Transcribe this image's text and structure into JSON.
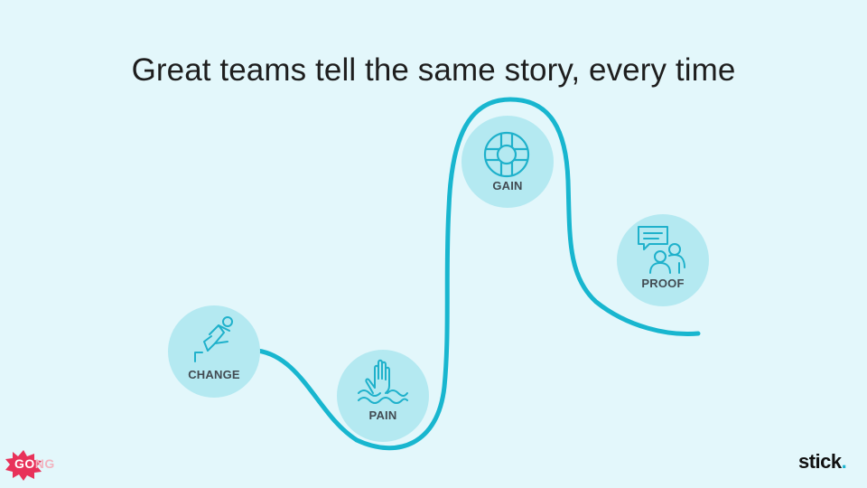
{
  "slide": {
    "title": "Great teams tell the same story, every time"
  },
  "stages": [
    {
      "id": "change",
      "label": "CHANGE",
      "icon": "falling-person-icon"
    },
    {
      "id": "pain",
      "label": "PAIN",
      "icon": "drowning-hand-icon"
    },
    {
      "id": "gain",
      "label": "GAIN",
      "icon": "lifebuoy-icon"
    },
    {
      "id": "proof",
      "label": "PROOF",
      "icon": "testimonial-people-icon"
    }
  ],
  "logos": {
    "left": {
      "name": "gong-logo",
      "text_strong": "GO",
      "text_faded": "NG",
      "color": "#e8325a"
    },
    "right": {
      "name": "stick-logo",
      "text": "stick",
      "dot": ".",
      "dot_color": "#1bb4cf"
    }
  },
  "colors": {
    "background": "#e3f7fb",
    "curve": "#18b6cf",
    "circle": "#b4e9f1",
    "icon": "#1fb1cb",
    "label": "#424b52"
  }
}
